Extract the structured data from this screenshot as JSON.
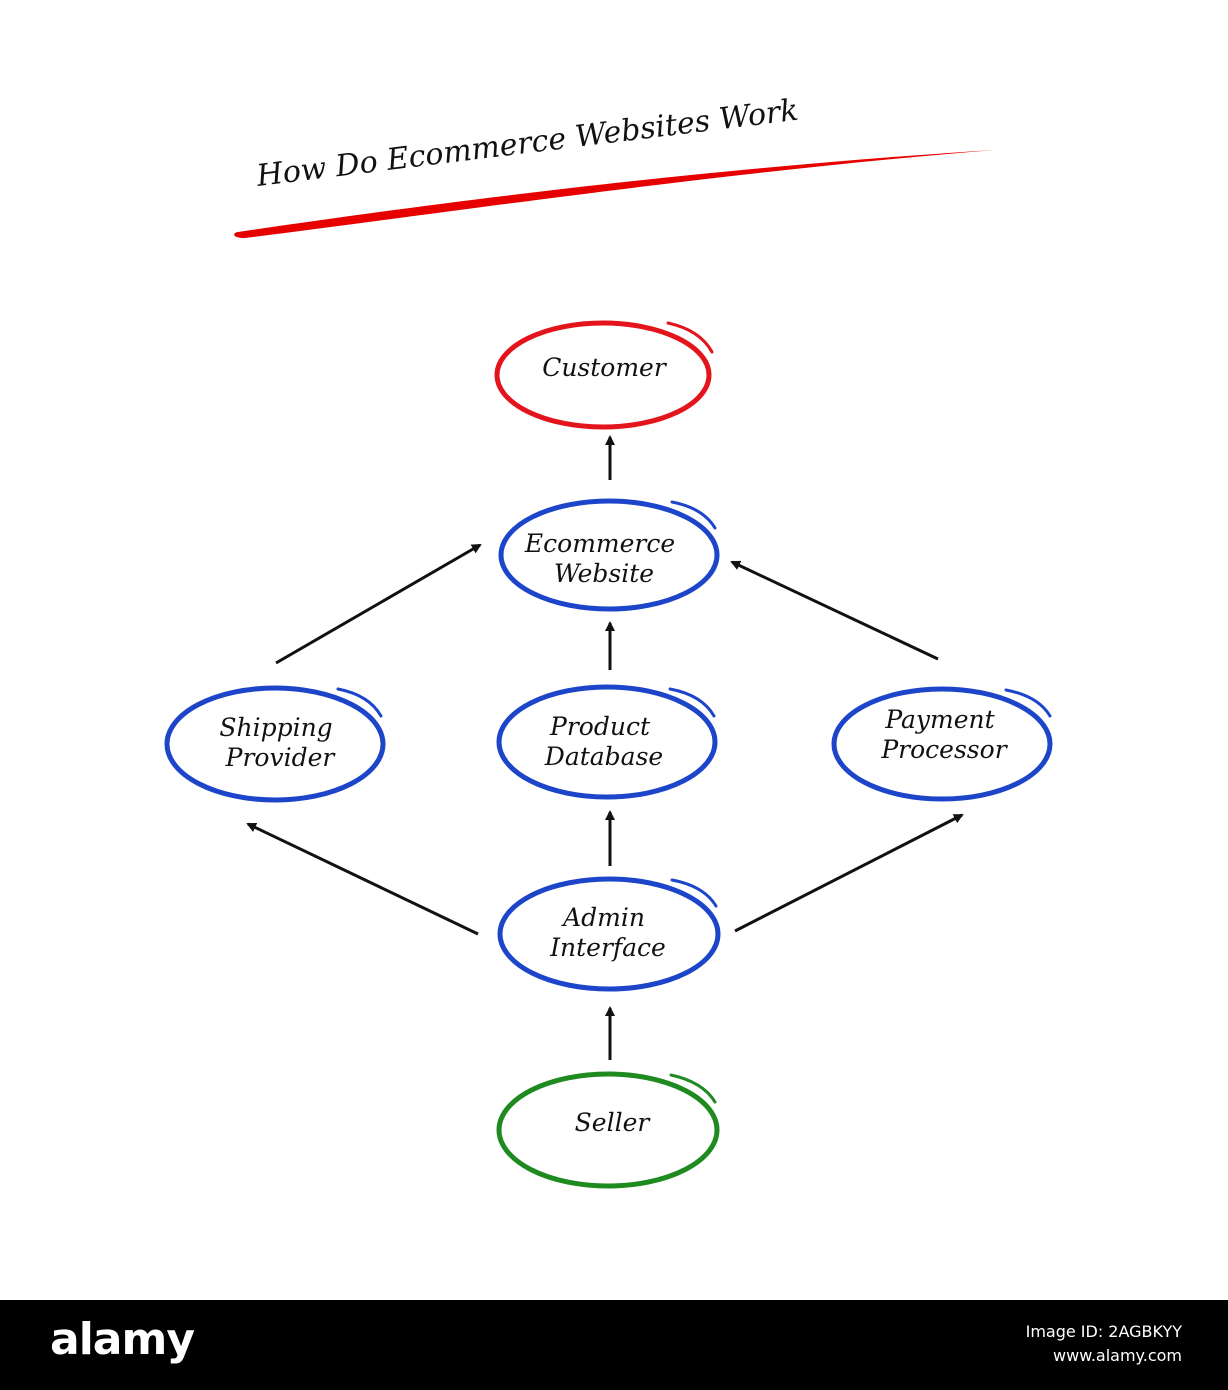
{
  "title": "How Do Ecommerce Websites Work",
  "colors": {
    "title_underline": "#e60000",
    "customer": "#e3141c",
    "process": "#1c45c9",
    "seller": "#1f8a1f",
    "arrow": "#111111"
  },
  "nodes": {
    "customer": {
      "lines": [
        "Customer"
      ]
    },
    "ecommerce_website": {
      "lines": [
        "Ecommerce",
        "Website"
      ]
    },
    "shipping_provider": {
      "lines": [
        "Shipping",
        "Provider"
      ]
    },
    "product_database": {
      "lines": [
        "Product",
        "Database"
      ]
    },
    "payment_processor": {
      "lines": [
        "Payment",
        "Processor"
      ]
    },
    "admin_interface": {
      "lines": [
        "Admin",
        "Interface"
      ]
    },
    "seller": {
      "lines": [
        "Seller"
      ]
    }
  },
  "edges": [
    {
      "from": "ecommerce_website",
      "to": "customer"
    },
    {
      "from": "shipping_provider",
      "to": "ecommerce_website"
    },
    {
      "from": "product_database",
      "to": "ecommerce_website"
    },
    {
      "from": "payment_processor",
      "to": "ecommerce_website"
    },
    {
      "from": "admin_interface",
      "to": "shipping_provider"
    },
    {
      "from": "admin_interface",
      "to": "product_database"
    },
    {
      "from": "admin_interface",
      "to": "payment_processor"
    },
    {
      "from": "seller",
      "to": "admin_interface"
    }
  ],
  "watermark": {
    "brand": "alamy",
    "image_id": "Image ID: 2AGBKYY",
    "site": "www.alamy.com"
  }
}
